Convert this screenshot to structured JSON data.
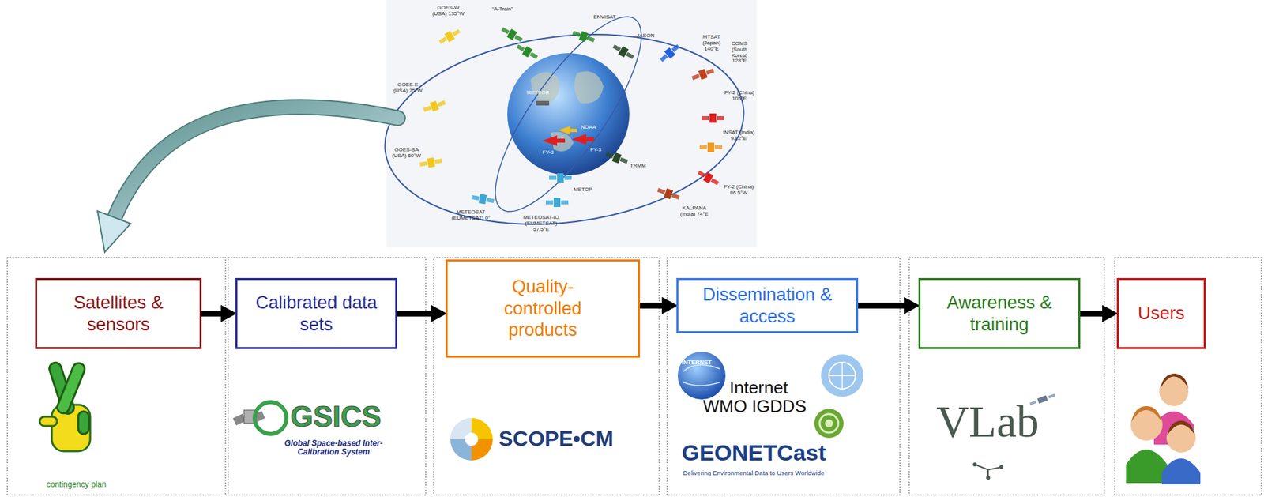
{
  "diagram": {
    "nodes": [
      {
        "text": [
          "Satellites & sensors"
        ]
      },
      {
        "text": [
          "Calibrated data sets"
        ]
      },
      {
        "text": [
          "Quality-controlled products"
        ]
      },
      {
        "text": [
          "Dissemination & access"
        ]
      },
      {
        "text": [
          "Awareness & training"
        ]
      },
      {
        "text": [
          "Users"
        ]
      }
    ],
    "edges": [
      {
        "from": 0,
        "to": 1,
        "arrow": "to"
      },
      {
        "from": 1,
        "to": 2,
        "arrow": "to"
      },
      {
        "from": 2,
        "to": 3,
        "arrow": "to"
      },
      {
        "from": 3,
        "to": 4,
        "arrow": "to"
      },
      {
        "from": 4,
        "to": 5,
        "arrow": "to"
      }
    ],
    "labels": [
      "GOES-W (USA) 135°W",
      "\"A-Train\"",
      "ENVISAT",
      "JASON",
      "MTSAT (Japan) 140°E",
      "COMS (South Korea) 128°E",
      "FY-2 (China) 105°E",
      "INSAT (India) 93.2°E",
      "FY-2 (China) 86.5°W",
      "KALPANA (India) 74°E",
      "METEOSAT-IO (EUMETSAT) 57.5°E",
      "METEOSAT (EUMETSAT) 0°",
      "GOES-SA (USA) 60°W",
      "GOES-E (USA) 75°W",
      "METEOR",
      "NOAA",
      "FY-3",
      "FY-3",
      "TRMM",
      "METOP",
      "contingency plan",
      "GSICS",
      "Global Space-based Inter-Calibration System",
      "SCOPE•CM",
      "INTERNET",
      "Internet",
      "WMO IGDDS",
      "GEONETCast",
      "Delivering Environmental Data to Users Worldwide",
      "VLab"
    ]
  }
}
